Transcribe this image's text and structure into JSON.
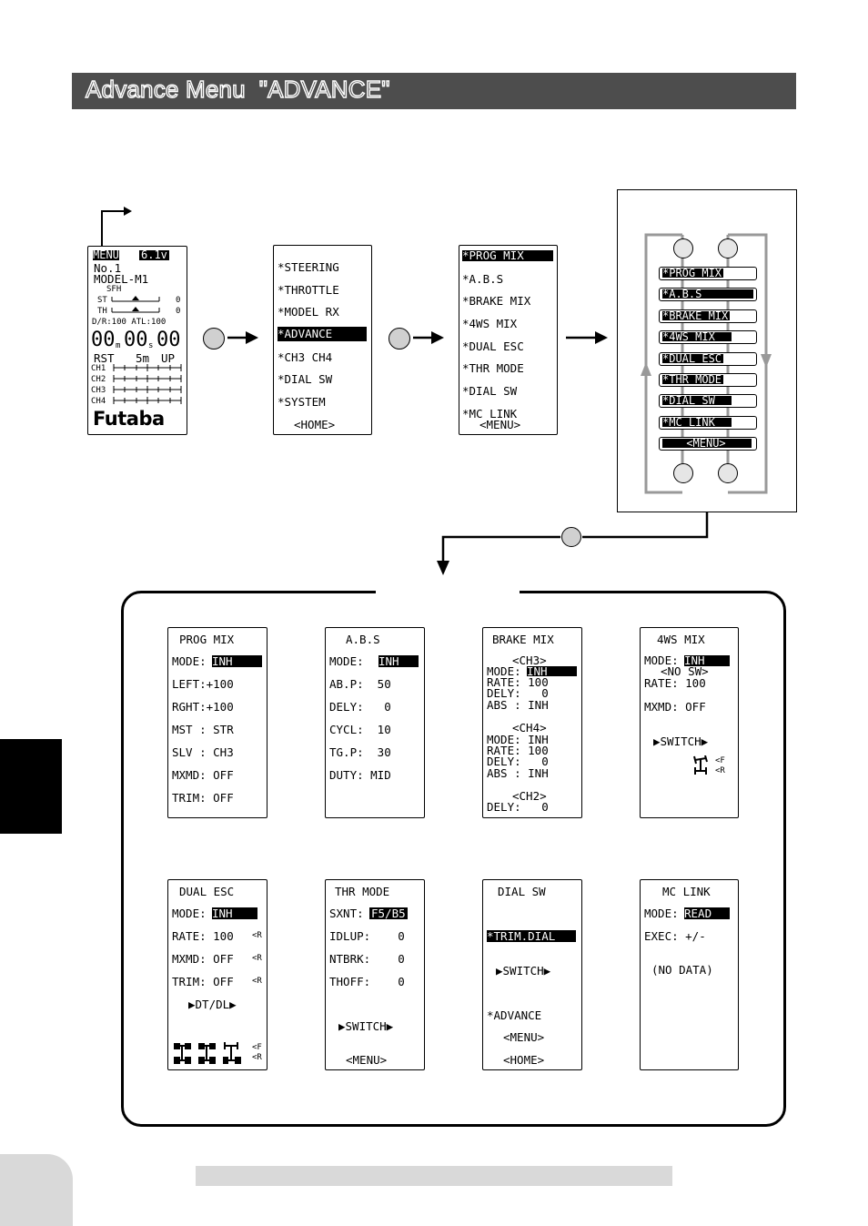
{
  "header": {
    "title": "Advance Menu  \"ADVANCE\""
  },
  "home_screen": {
    "menu_label": "MENU",
    "voltage": "6.1v",
    "model_no": "No.1",
    "model_name": "MODEL-M1",
    "mode": "SFH",
    "st": "ST",
    "th": "TH",
    "zero": "0",
    "dr_atl": "D/R:100 ATL:100",
    "timer_m": "00",
    "m": "m",
    "timer_s": "00",
    "s": "s",
    "timer_cs": "00",
    "rst": "RST",
    "timer_setting": "5m",
    "up": "UP",
    "ch_labels": [
      "CH1",
      "CH2",
      "CH3",
      "CH4"
    ],
    "brand": "Futaba"
  },
  "menu_screen": {
    "items": [
      "*STEERING",
      "*THROTTLE",
      "*MODEL RX",
      "*ADVANCE",
      "*CH3 CH4",
      "*DIAL SW",
      "*SYSTEM",
      "<HOME>"
    ]
  },
  "advance_screen": {
    "items": [
      "*PROG MIX",
      "*A.B.S",
      "*BRAKE MIX",
      "*4WS MIX",
      "*DUAL ESC",
      "*THR MODE",
      "*DIAL SW",
      "*MC LINK"
    ],
    "menu": "<MENU>"
  },
  "cursor_panel": {
    "items": [
      "*PROG MIX",
      "*A.B.S",
      "*BRAKE MIX",
      "*4WS MIX",
      "*DUAL ESC",
      "*THR MODE",
      "*DIAL SW",
      "*MC LINK",
      "<MENU>"
    ]
  },
  "screens": {
    "prog_mix": {
      "title": "PROG MIX",
      "mode_label": "MODE:",
      "mode_value": "INH",
      "left": "LEFT:+100",
      "rght": "RGHT:+100",
      "mst": "MST : STR",
      "slv": "SLV : CH3",
      "mxmd": "MXMD: OFF",
      "trim": "TRIM: OFF"
    },
    "abs": {
      "title": "A.B.S",
      "mode_label": "MODE:",
      "mode_value": "INH",
      "abp": "AB.P:  50",
      "dely": "DELY:   0",
      "cycl": "CYCL:  10",
      "tgp": "TG.P:  30",
      "duty": "DUTY: MID"
    },
    "brake_mix": {
      "title": "BRAKE MIX",
      "ch3": "<CH3>",
      "mode_label": "MODE:",
      "mode_value": "INH",
      "rate1": "RATE: 100",
      "dely1": "DELY:   0",
      "abs1": "ABS : INH",
      "ch4": "<CH4>",
      "mode2": "MODE: INH",
      "rate2": "RATE: 100",
      "dely2": "DELY:   0",
      "abs2": "ABS : INH",
      "ch2": "<CH2>",
      "dely3": "DELY:   0"
    },
    "fws_mix": {
      "title": "4WS MIX",
      "mode_label": "MODE:",
      "mode_value": "INH",
      "nosw": "<NO SW>",
      "rate": "RATE: 100",
      "mxmd": "MXMD: OFF",
      "switch": "▶SWITCH▶",
      "f": "<F",
      "r": "<R"
    },
    "dual_esc": {
      "title": "DUAL ESC",
      "mode_label": "MODE:",
      "mode_value": "INH",
      "rate": "RATE: 100",
      "mxmd": "MXMD: OFF",
      "trim": "TRIM: OFF",
      "r_mark": "<R",
      "dtdl": "▶DT/DL▶",
      "f": "<F",
      "r": "<R"
    },
    "thr_mode": {
      "title": "THR MODE",
      "mode_label": "SXNT:",
      "mode_value": "F5/B5",
      "idlup": "IDLUP:    0",
      "ntbrk": "NTBRK:    0",
      "thoff": "THOFF:    0",
      "switch": "▶SWITCH▶",
      "menu": "<MENU>"
    },
    "dial_sw": {
      "title": "DIAL SW",
      "trim_dial": "*TRIM.DIAL",
      "switch": "▶SWITCH▶",
      "advance": "*ADVANCE",
      "menu": "<MENU>",
      "home": "<HOME>"
    },
    "mc_link": {
      "title": "MC LINK",
      "mode_label": "MODE:",
      "mode_value": "READ",
      "exec": "EXEC: +/-",
      "nodata": "(NO DATA)"
    }
  },
  "colors": {
    "title_bar": "#4d4d4d",
    "button_fill": "#d0d0d0",
    "arrow_gray": "#999999",
    "footer_gray": "#d9d9d9"
  }
}
